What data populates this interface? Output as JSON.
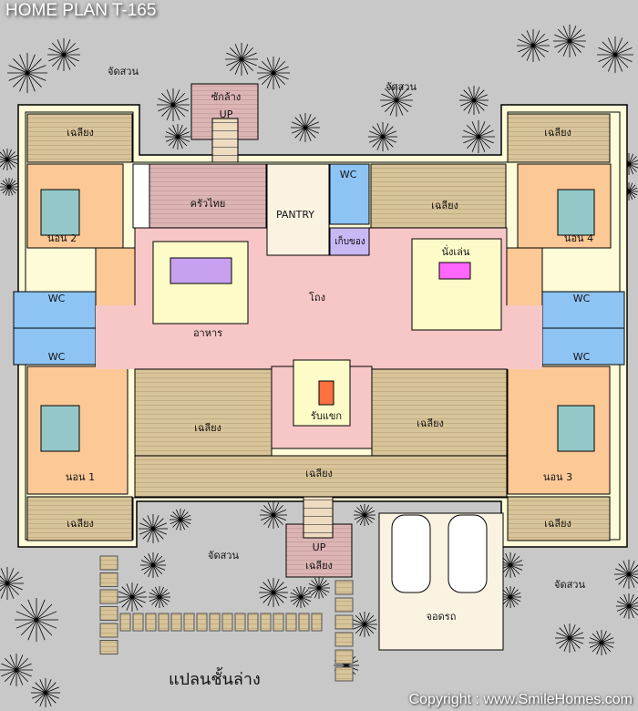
{
  "title": "HOME PLAN T-165",
  "plan_caption": "แปลนชั้นล่าง",
  "copyright": "Copyright : www.SmileHomes.com",
  "labels": {
    "garden_top_left": "จัดสวน",
    "garden_top": "จัดสวน",
    "garden_bottom_left": "จัดสวน",
    "garden_bottom_right": "จัดสวน",
    "laundry": "ซักล้าง",
    "up_top": "UP",
    "up_bottom": "UP",
    "veranda": "เฉลียง",
    "thai_kitchen": "ครัวไทย",
    "pantry": "PANTRY",
    "wc": "WC",
    "storage": "เก็บของ",
    "hall": "โถง",
    "dining": "อาหาร",
    "living": "นั่งเล่น",
    "reception": "รับแขก",
    "bedroom1": "นอน 1",
    "bedroom2": "นอน 2",
    "bedroom3": "นอน 3",
    "bedroom4": "นอน 4",
    "parking": "จอดรถ"
  },
  "colors": {
    "bedroom": "#fcc896",
    "wc": "#8ec4f4",
    "hall": "#f7c6c6",
    "wood": "#d8c49a",
    "kitchen": "#dcb4b4",
    "storage": "#c8b8f4",
    "cream": "#faf3e2",
    "bed": "#94c8c8",
    "table": "#c8a0f0",
    "rug": "#ff66ff",
    "fire": "#ff7040"
  }
}
